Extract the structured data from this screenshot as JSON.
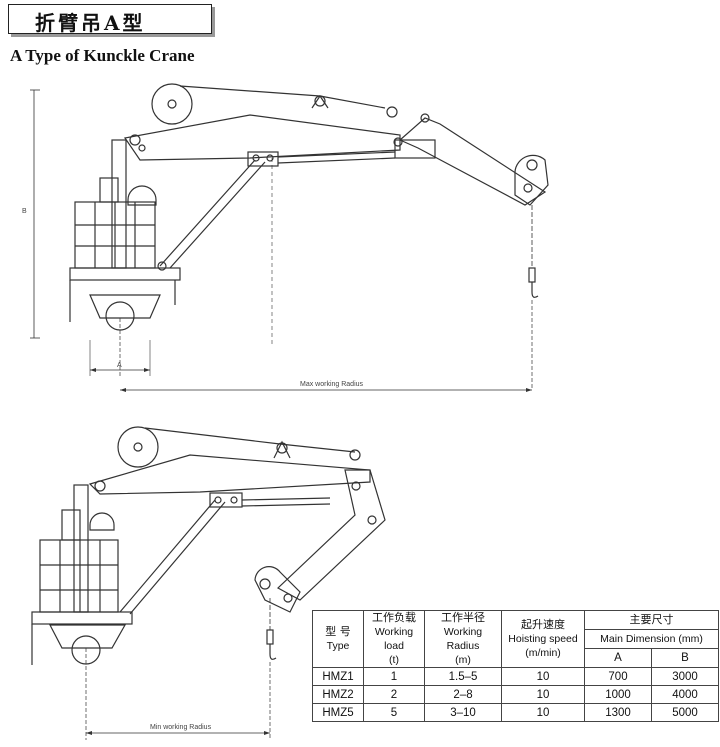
{
  "title_cn": "折臂吊A型",
  "title_en": "A Type of Kunckle Crane",
  "drawing_labels": {
    "max_radius": "Max working Radius",
    "min_radius": "Min working Radius",
    "dim_a": "A",
    "dim_b": "B"
  },
  "table": {
    "headers": {
      "type_cn": "型 号",
      "type_en": "Type",
      "load_cn": "工作负载",
      "load_en": "Working load",
      "load_unit": "(t)",
      "radius_cn": "工作半径",
      "radius_en": "Working Radius",
      "radius_unit": "(m)",
      "speed_cn": "起升速度",
      "speed_en": "Hoisting speed",
      "speed_unit": "(m/min)",
      "dim_cn": "主要尺寸",
      "dim_en": "Main Dimension (mm)",
      "col_a": "A",
      "col_b": "B"
    },
    "rows": [
      {
        "type": "HMZ1",
        "load": "1",
        "radius": "1.5–5",
        "speed": "10",
        "a": "700",
        "b": "3000"
      },
      {
        "type": "HMZ2",
        "load": "2",
        "radius": "2–8",
        "speed": "10",
        "a": "1000",
        "b": "4000"
      },
      {
        "type": "HMZ5",
        "load": "5",
        "radius": "3–10",
        "speed": "10",
        "a": "1300",
        "b": "5000"
      }
    ]
  }
}
